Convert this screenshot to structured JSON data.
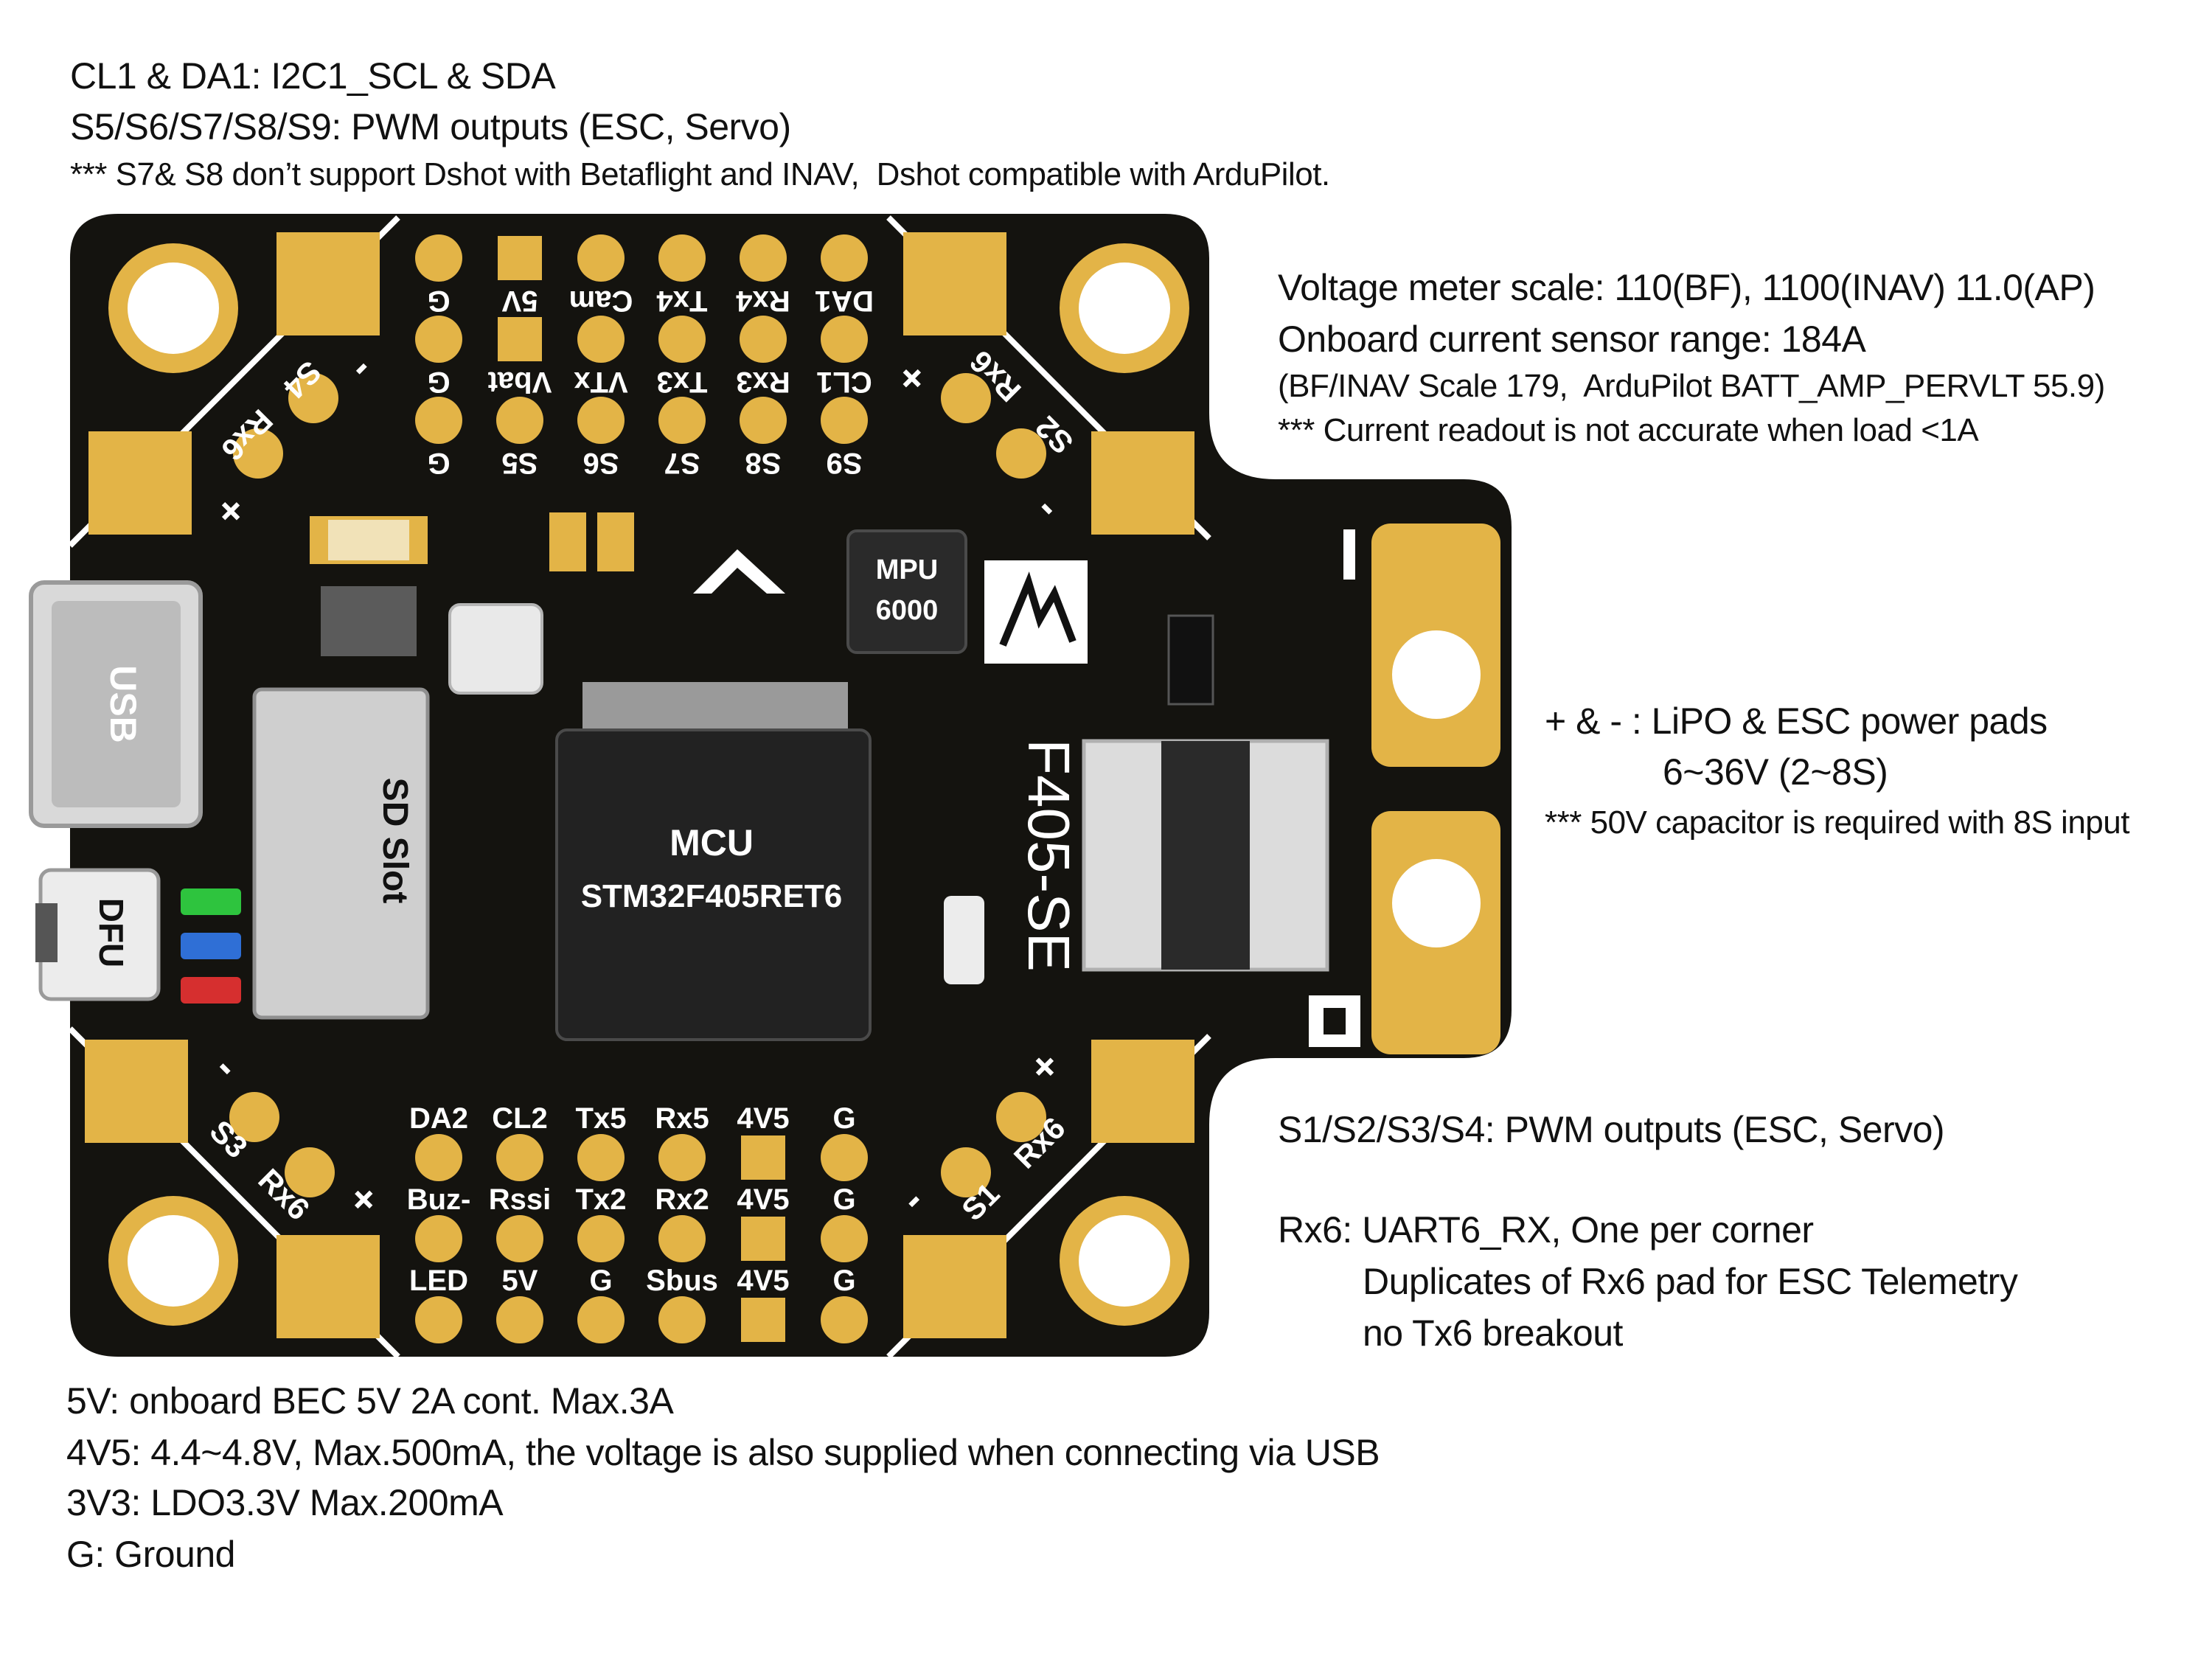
{
  "top_notes": {
    "line1": "CL1 & DA1: I2C1_SCL & SDA",
    "line2": "S5/S6/S7/S8/S9: PWM outputs (ESC, Servo)",
    "line3": "*** S7& S8 don’t support Dshot with Betaflight and INAV,  Dshot compatible with ArduPilot."
  },
  "right_notes": {
    "voltage": "Voltage meter scale: 110(BF), 1100(INAV) 11.0(AP)",
    "current": "Onboard current sensor range: 184A",
    "scale": "(BF/INAV Scale 179,  ArduPilot BATT_AMP_PERVLT 55.9)",
    "accuracy": "*** Current readout is not accurate when load <1A",
    "power1": "+ & - : LiPO & ESC power pads",
    "power2": "6~36V (2~8S)",
    "power3": "*** 50V capacitor is required with 8S input",
    "pwm": "S1/S2/S3/S4: PWM outputs (ESC, Servo)",
    "rx6_1": "Rx6: UART6_RX, One per corner",
    "rx6_2": "Duplicates of Rx6 pad for ESC Telemetry",
    "rx6_3": "no Tx6 breakout"
  },
  "bottom_notes": {
    "line1": "5V: onboard BEC 5V 2A cont. Max.3A",
    "line2": "4V5: 4.4~4.8V, Max.500mA, the voltage is also supplied when connecting via USB",
    "line3": "3V3: LDO3.3V Max.200mA",
    "line4": "G: Ground"
  },
  "board": {
    "name": "F405-SE",
    "mcu_label": "MCU",
    "mcu_part": "STM32F405RET6",
    "imu_label": "MPU",
    "imu_part": "6000",
    "usb_label": "USB",
    "dfu_label": "DFU",
    "sd_label": "SD Slot",
    "batt_minus": "-",
    "batt_plus": "+",
    "top_row1": [
      "G",
      "5V",
      "Cam",
      "Tx4",
      "Rx4",
      "DA1"
    ],
    "top_row2": [
      "G",
      "Vbat",
      "VTx",
      "Tx3",
      "Rx3",
      "CL1"
    ],
    "top_row3": [
      "G",
      "S5",
      "S6",
      "S7",
      "S8",
      "S9"
    ],
    "bottom_row1": [
      "DA2",
      "CL2",
      "Tx5",
      "Rx5",
      "4V5",
      "G"
    ],
    "bottom_row2": [
      "Buz-",
      "Rssi",
      "Tx2",
      "Rx2",
      "4V5",
      "G"
    ],
    "bottom_row3": [
      "LED",
      "5V",
      "G",
      "Sbus",
      "4V5",
      "G"
    ],
    "corner_tl": [
      "S4",
      "Rx6",
      "-",
      "+"
    ],
    "corner_tr": [
      "S2",
      "Rx6",
      "-",
      "+"
    ],
    "corner_bl": [
      "S3",
      "Rx6",
      "-",
      "+"
    ],
    "corner_br": [
      "S1",
      "Rx6",
      "-",
      "+"
    ]
  },
  "colors": {
    "pcb": "#14130f",
    "gold": "#e3b447",
    "silkscreen": "#ffffff",
    "led_green": "#2ec43e",
    "led_blue": "#2f6fd6",
    "led_red": "#d62f2f"
  }
}
